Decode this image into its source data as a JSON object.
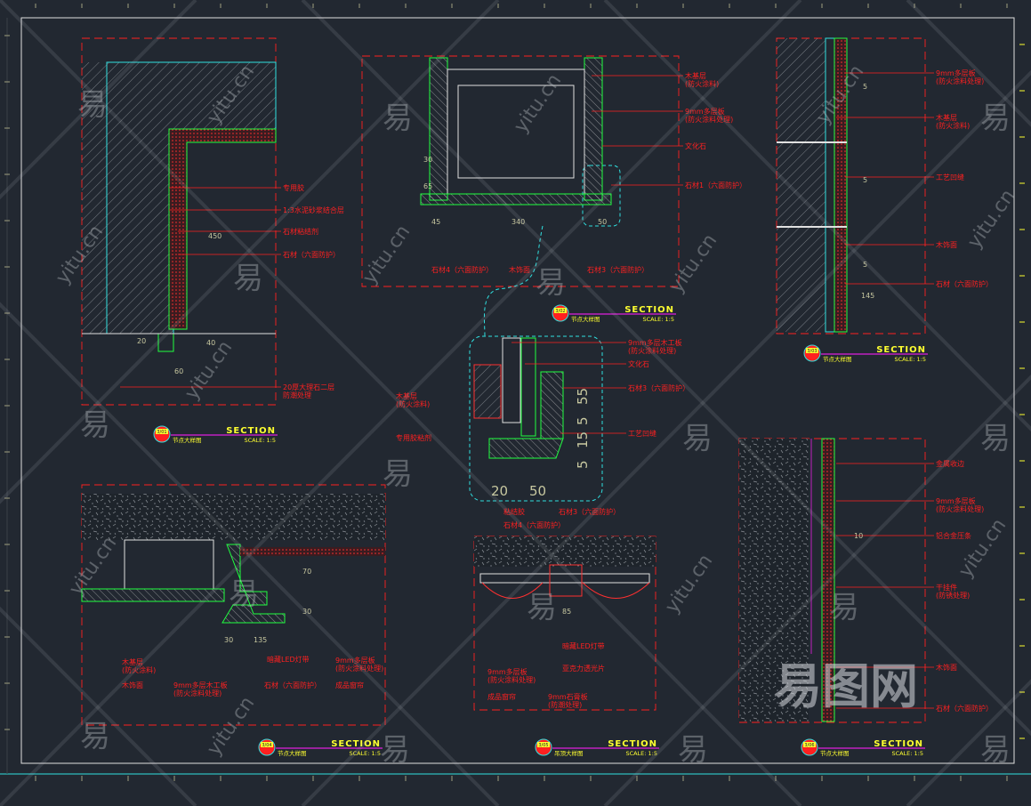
{
  "colors": {
    "background": "#222831",
    "annotation": "#ff2020",
    "dashed_frame": "#ff2020",
    "outline_green": "#20ff40",
    "highlight_cyan": "#30e0e0",
    "title_yellow": "#ffff30",
    "title_line": "#c020c0"
  },
  "panels": [
    {
      "title": "SECTION",
      "subtitle": "节点大样图",
      "scale": "SCALE: 1:5",
      "number": "3/01",
      "labels": [
        "专用胶",
        "1:3水泥砂浆结合层",
        "石材粘结剂",
        "石材（六面防护）",
        "20厚大理石二层",
        "防潮处理"
      ],
      "dims": [
        "450",
        "60",
        "40",
        "20"
      ]
    },
    {
      "title": "SECTION",
      "subtitle": "节点大样图",
      "scale": "SCALE: 1:5",
      "number": "3/02",
      "labels": [
        "木基层",
        "(防火涂料)",
        "9mm多层板",
        "(防火涂料处理)",
        "文化石",
        "石材1（六面防护）",
        "石材4（六面防护）",
        "木饰面",
        "石材3（六面防护）"
      ],
      "dims": [
        "45",
        "340",
        "50",
        "30",
        "65"
      ]
    },
    {
      "title": "SECTION",
      "subtitle": "节点大样图",
      "scale": "SCALE: 1:5",
      "number": "3/03",
      "labels": [
        "9mm多层板",
        "(防火涂料处理)",
        "木基层",
        "(防火涂料)",
        "工艺凹缝",
        "木饰面",
        "石材（六面防护）"
      ],
      "dims": [
        "5",
        "5",
        "5",
        "145"
      ]
    },
    {
      "labels": [
        "9mm多层木工板",
        "(防火涂料处理)",
        "文化石",
        "石材3（六面防护）",
        "工艺凹缝",
        "木基层",
        "(防火涂料)",
        "专用胶粘剂",
        "粘结胶",
        "石材4（六面防护）",
        "石材3（六面防护）"
      ],
      "dims": [
        "20",
        "50",
        "55",
        "5",
        "15",
        "5"
      ]
    },
    {
      "title": "SECTION",
      "subtitle": "节点大样图",
      "scale": "SCALE: 1:5",
      "number": "3/04",
      "labels": [
        "木基层",
        "(防火涂料)",
        "木饰面",
        "9mm多层木工板",
        "(防火涂料处理)",
        "暗藏LED灯带",
        "石材（六面防护）",
        "9mm多层板",
        "(防火涂料处理)",
        "成品窗帘"
      ],
      "dims": [
        "30",
        "135",
        "70",
        "30"
      ]
    },
    {
      "title": "SECTION",
      "subtitle": "吊顶大样图",
      "scale": "SCALE: 1:5",
      "number": "3/05",
      "labels": [
        "9mm多层板",
        "(防火涂料处理)",
        "成品窗帘",
        "暗藏LED灯带",
        "亚克力透光片",
        "9mm石膏板",
        "(防潮处理)"
      ],
      "dims": [
        "85"
      ]
    },
    {
      "title": "SECTION",
      "subtitle": "节点大样图",
      "scale": "SCALE: 1:5",
      "number": "3/06",
      "labels": [
        "金属收边",
        "9mm多层板",
        "(防火涂料处理)",
        "铝合金压条",
        "干挂件",
        "(防锈处理)",
        "木饰面",
        "石材（六面防护）"
      ],
      "dims": [
        "10"
      ]
    }
  ],
  "watermark": {
    "text": "yitu.cn",
    "glyph": "易",
    "logo": "易图网"
  }
}
